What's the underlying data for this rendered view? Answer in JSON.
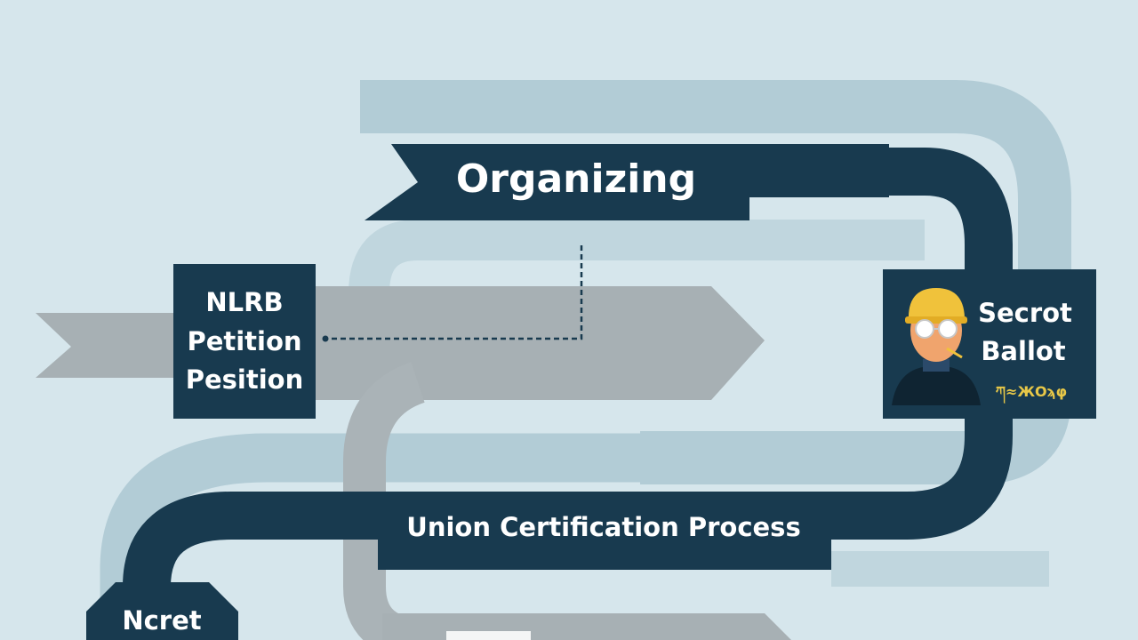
{
  "diagram": {
    "banner_title": "Organizing",
    "petition_box": {
      "lines": [
        "NLRB",
        "Petition",
        "Pesition"
      ]
    },
    "ballot_box": {
      "lines": [
        "Secrot",
        "Ballot"
      ],
      "scribble": "ཀ≈ЖOϡφ",
      "figure_icon": "worker-hardhat-icon"
    },
    "process_label": "Union Certification Process",
    "bottom_badge": "Ncret"
  },
  "colors": {
    "background": "#d6e6ec",
    "navy": "#183a4f",
    "light_band": "#b2ccd6",
    "gray_arrow": "#a7b0b4",
    "hardhat": "#f0c23b",
    "skin": "#f0a46d"
  }
}
